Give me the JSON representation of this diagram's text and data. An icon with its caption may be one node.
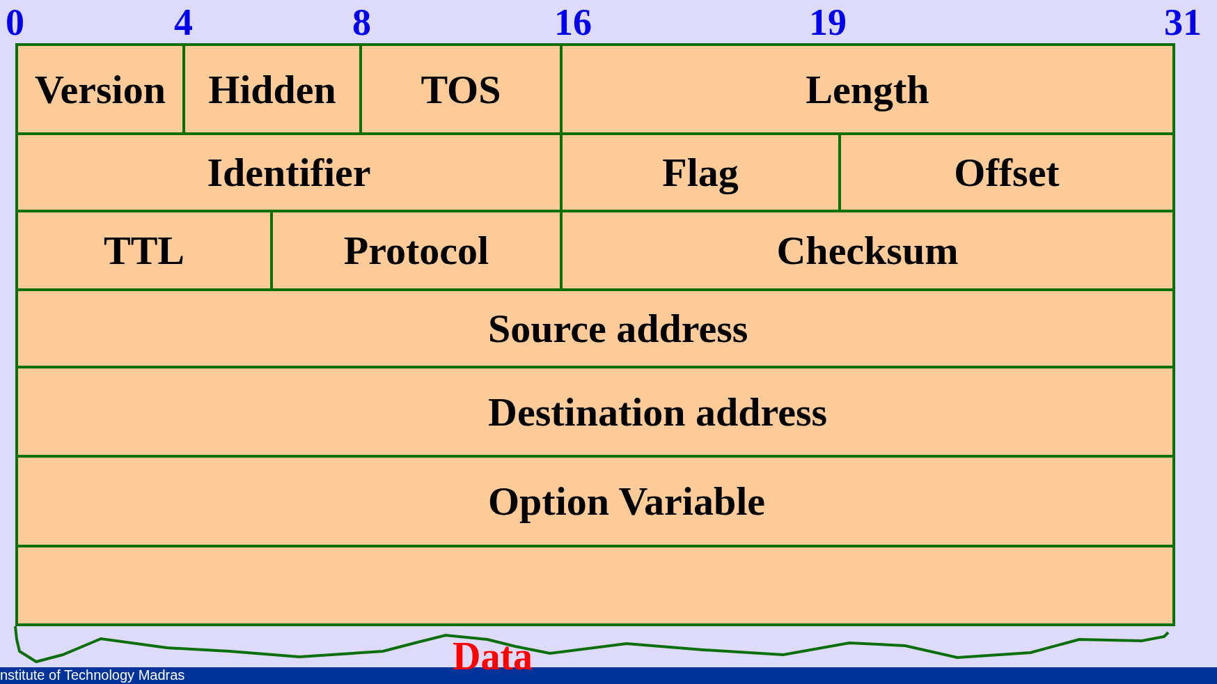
{
  "diagram": {
    "nodes": [
      {
        "text": [
          "Version"
        ]
      },
      {
        "text": [
          "Hidden"
        ]
      },
      {
        "text": [
          "TOS"
        ]
      },
      {
        "text": [
          "Length"
        ]
      },
      {
        "text": [
          "Identifier"
        ]
      },
      {
        "text": [
          "Flag"
        ]
      },
      {
        "text": [
          "Offset"
        ]
      },
      {
        "text": [
          "TTL"
        ]
      },
      {
        "text": [
          "Protocol"
        ]
      },
      {
        "text": [
          "Checksum"
        ]
      },
      {
        "text": [
          "Source address"
        ]
      },
      {
        "text": [
          "Destination address"
        ]
      },
      {
        "text": [
          "Option Variable"
        ]
      },
      {
        "text": [],
        "shape": "box"
      }
    ],
    "edges": [],
    "labels": [
      "0",
      "4",
      "8",
      "16",
      "19",
      "31",
      "Data",
      "nstitute of Technology Madras"
    ]
  }
}
